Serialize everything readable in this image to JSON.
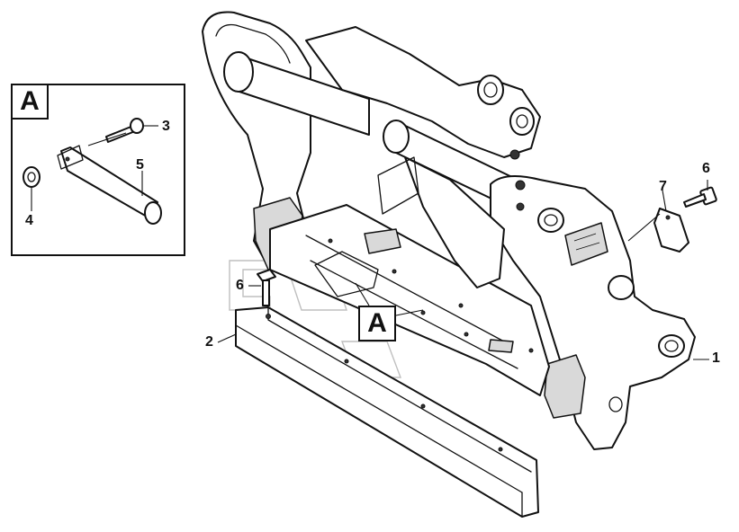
{
  "callouts": {
    "c1": "1",
    "c2": "2",
    "c3": "3",
    "c4": "4",
    "c5": "5",
    "c6_right": "6",
    "c6_left": "6",
    "c7": "7"
  },
  "detail_label": "A",
  "detail_box_label": "A"
}
